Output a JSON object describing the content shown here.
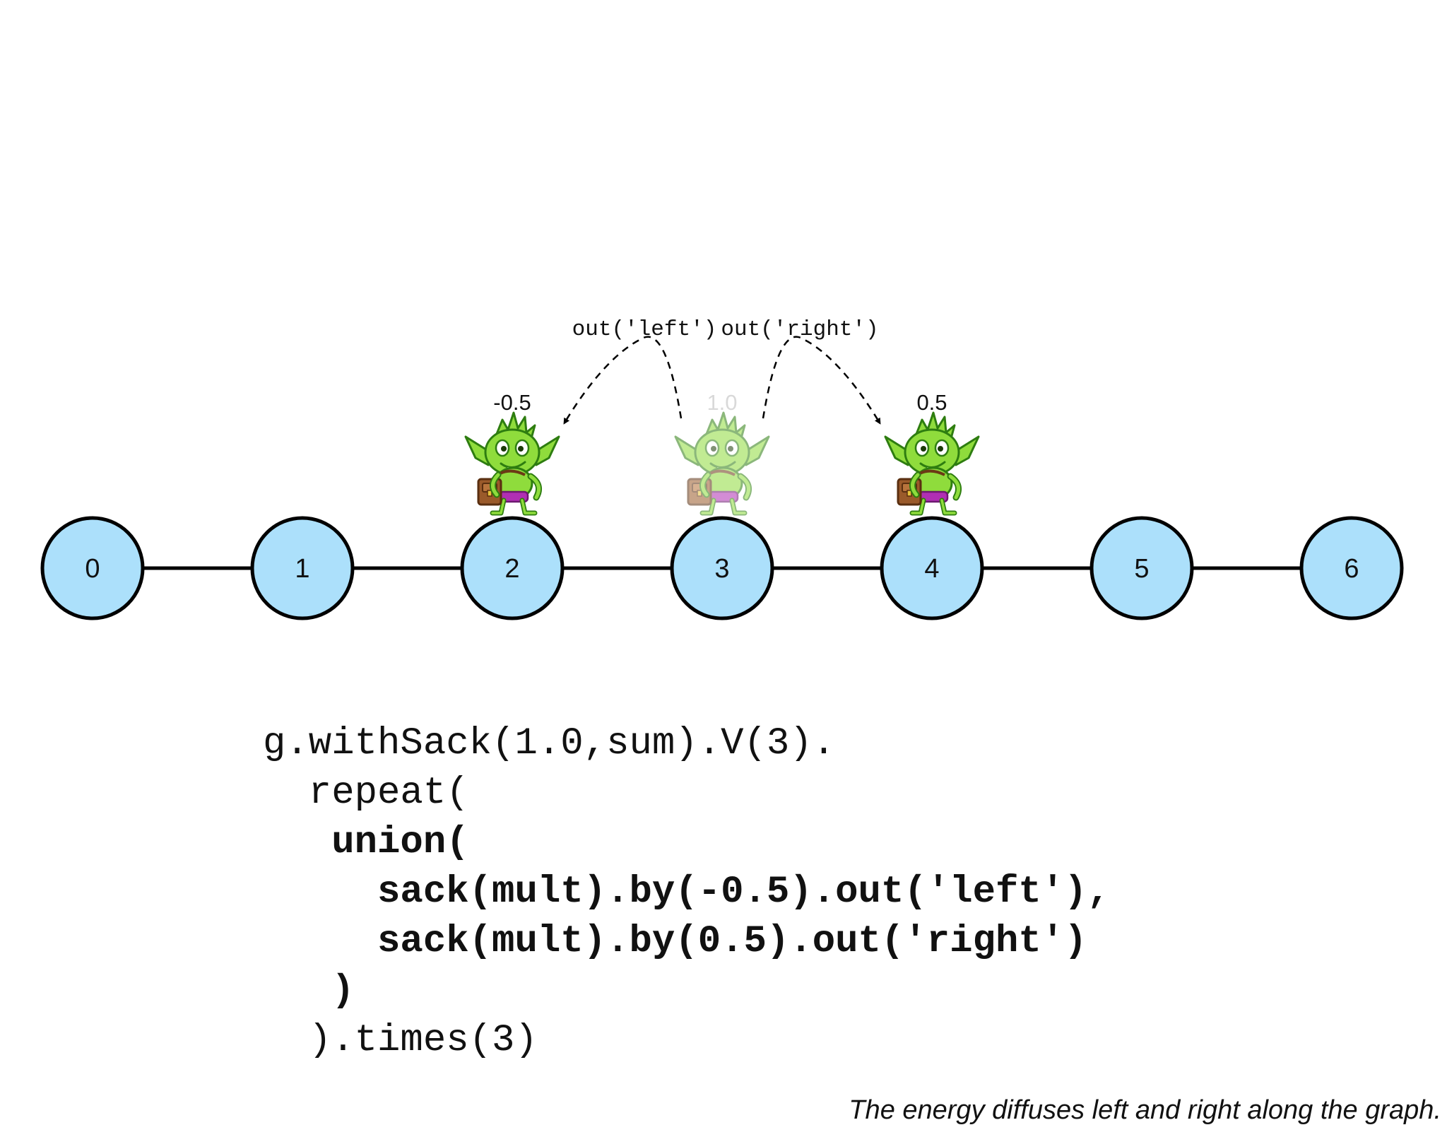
{
  "colors": {
    "node_fill": "#ace0fb",
    "node_stroke": "#000000",
    "edge": "#000000",
    "goblin_green": "#8fdc3c",
    "goblin_dark": "#2e7d10",
    "bag": "#9a5a2a",
    "shorts": "#b02fb3",
    "faded_label": "#bbbbbb"
  },
  "graph": {
    "nodes": [
      "0",
      "1",
      "2",
      "3",
      "4",
      "5",
      "6"
    ],
    "edges": [
      [
        0,
        1
      ],
      [
        1,
        2
      ],
      [
        2,
        3
      ],
      [
        3,
        4
      ],
      [
        4,
        5
      ],
      [
        5,
        6
      ]
    ]
  },
  "traversers": [
    {
      "node": 2,
      "value": "-0.5",
      "faded": false
    },
    {
      "node": 3,
      "value": "1.0",
      "faded": true
    },
    {
      "node": 4,
      "value": "0.5",
      "faded": false
    }
  ],
  "steps": [
    {
      "label": "out('left')",
      "from": 3,
      "to": 2
    },
    {
      "label": "out('right')",
      "from": 3,
      "to": 4
    }
  ],
  "code": {
    "lines": [
      {
        "text": "g.withSack(1.0,sum).V(3).",
        "bold": false
      },
      {
        "text": "  repeat(",
        "bold": false
      },
      {
        "text": "   union(",
        "bold": true
      },
      {
        "text": "     sack(mult).by(-0.5).out('left'),",
        "bold": true
      },
      {
        "text": "     sack(mult).by(0.5).out('right')",
        "bold": true
      },
      {
        "text": "   )",
        "bold": true
      },
      {
        "text": "  ).times(3)",
        "bold": false
      }
    ]
  },
  "caption": "The energy diffuses left and right along the graph.",
  "icons": {
    "traverser": "goblin-icon"
  }
}
